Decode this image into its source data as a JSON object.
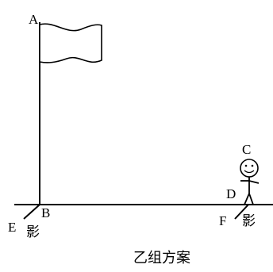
{
  "figure": {
    "labels": {
      "A": "A",
      "B": "B",
      "C": "C",
      "D": "D",
      "E": "E",
      "F": "F",
      "shadow_left": "影",
      "shadow_right": "影"
    },
    "caption": "乙组方案"
  }
}
